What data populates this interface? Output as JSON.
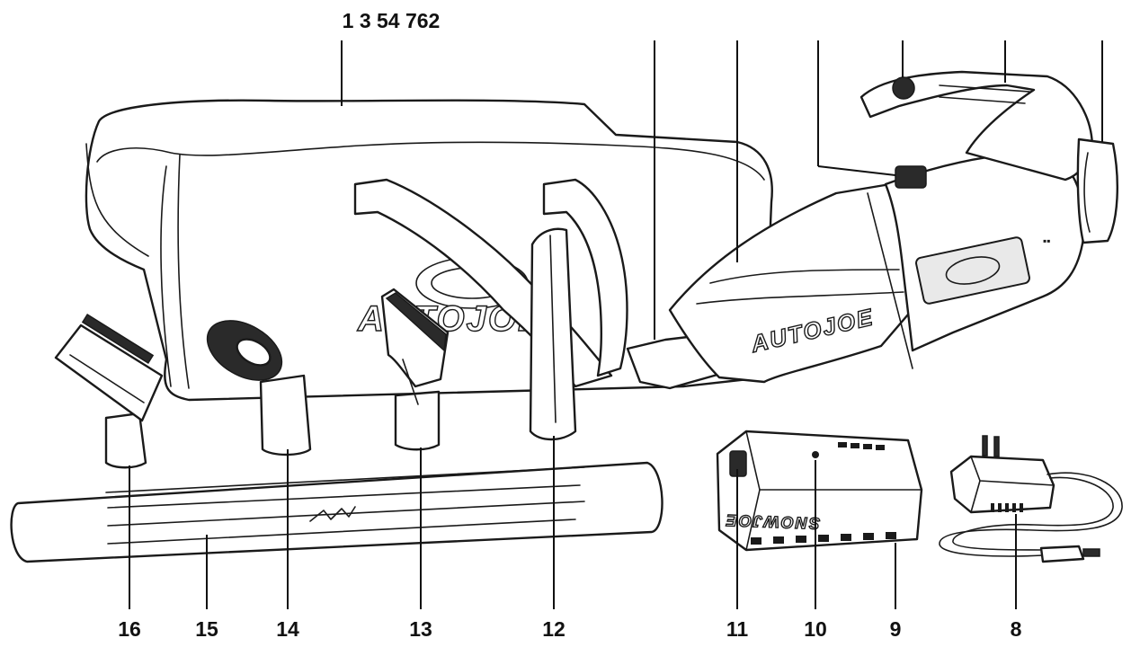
{
  "diagram": {
    "top_label": "1 3 54 762",
    "bottom_labels": {
      "l16": "16",
      "l15": "15",
      "l14": "14",
      "l13": "13",
      "l12": "12",
      "l11": "11",
      "l10": "10",
      "l9": "9",
      "l8": "8"
    },
    "brand_text": {
      "bag": "AUTOJOE",
      "vacuum": "AUTOJOE",
      "battery": "SNOWJOE"
    },
    "colors": {
      "ink": "#1a1a1a",
      "background": "#ffffff"
    }
  }
}
